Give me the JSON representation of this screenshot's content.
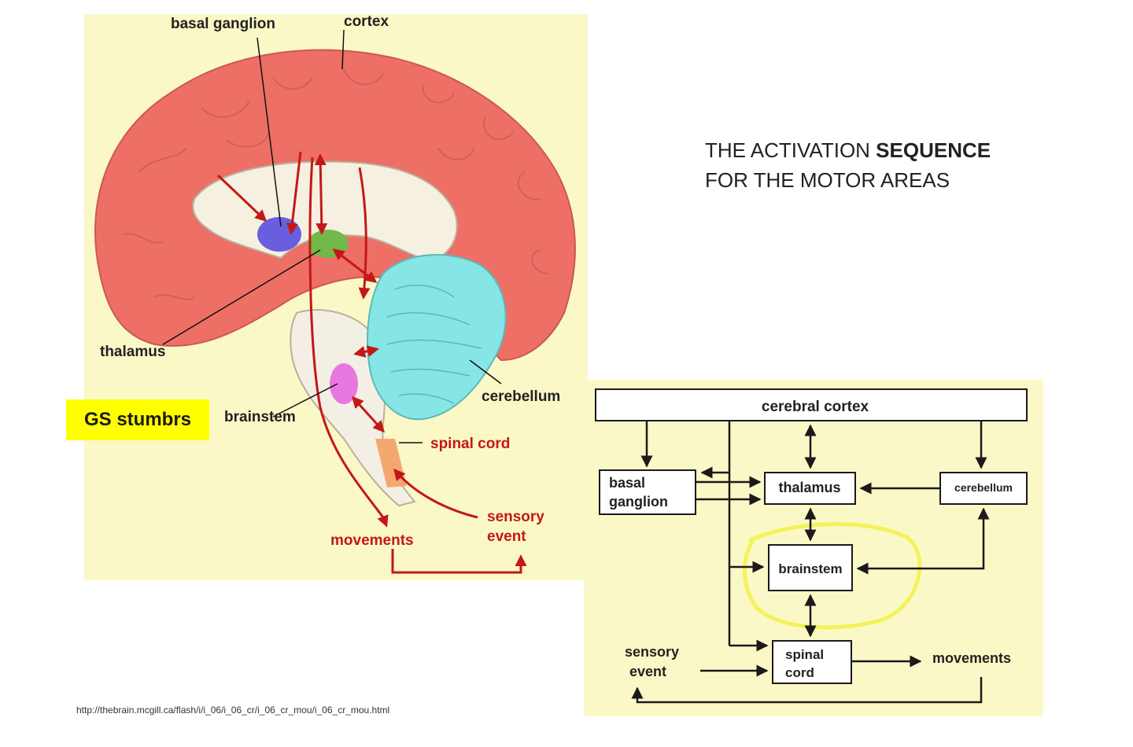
{
  "title": {
    "line1_prefix": "THE ACTIVATION ",
    "line1_bold": "SEQUENCE",
    "line2": "FOR THE MOTOR AREAS"
  },
  "tag": "GS stumbrs",
  "source_url": "http://thebrain.mcgill.ca/flash/i/i_06/i_06_cr/i_06_cr_mou/i_06_cr_mou.html",
  "brain_diagram": {
    "labels": {
      "basal_ganglion": "basal ganglion",
      "cortex": "cortex",
      "thalamus": "thalamus",
      "brainstem": "brainstem",
      "cerebellum": "cerebellum",
      "spinal_cord": "spinal cord",
      "sensory_event_line1": "sensory",
      "sensory_event_line2": "event",
      "movements": "movements"
    },
    "colors": {
      "background": "#fbf8c7",
      "cortex": "#ee6f66",
      "cerebellum": "#86e6e6",
      "basal_ganglion": "#6a5ee0",
      "thalamus": "#72b84a",
      "brainstem_nucleus": "#e878e0",
      "spinal_segment": "#f4a870",
      "pathway": "#c41818"
    }
  },
  "flow_diagram": {
    "boxes": {
      "cerebral_cortex": "cerebral cortex",
      "basal_line1": "basal",
      "basal_line2": "ganglion",
      "thalamus": "thalamus",
      "cerebellum": "cerebellum",
      "brainstem": "brainstem",
      "spinal_line1": "spinal",
      "spinal_line2": "cord"
    },
    "labels": {
      "sensory_line1": "sensory",
      "sensory_line2": "event",
      "movements": "movements"
    },
    "colors": {
      "background": "#fbf8c7",
      "highlight": "#f4f25a",
      "lines": "#1a1a1a"
    }
  }
}
